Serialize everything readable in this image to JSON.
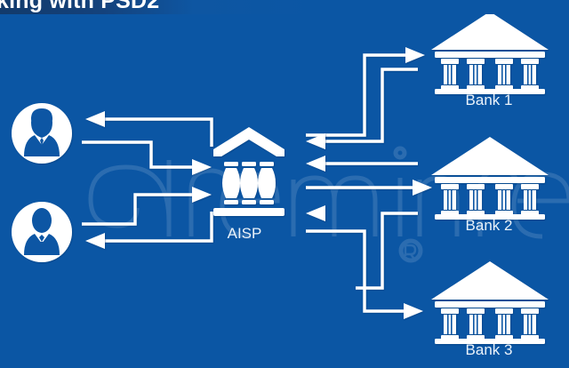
{
  "page": {
    "title_banner": "king with PSD2",
    "background_color": "#0b56a4",
    "line_color": "#ffffff",
    "banner_color": "#123a6b",
    "watermark_text": "dreamstime"
  },
  "diagram": {
    "type": "flow-diagram",
    "left_nodes": [
      {
        "id": "user-female",
        "icon": "person-female-icon",
        "label": ""
      },
      {
        "id": "user-male",
        "icon": "person-male-icon",
        "label": ""
      }
    ],
    "center_node": {
      "id": "aisp",
      "icon": "bank-building-icon",
      "label": "AISP"
    },
    "right_nodes": [
      {
        "id": "bank-1",
        "icon": "bank-building-icon",
        "label": "Bank 1"
      },
      {
        "id": "bank-2",
        "icon": "bank-building-icon",
        "label": "Bank 2"
      },
      {
        "id": "bank-3",
        "icon": "bank-building-icon",
        "label": "Bank 3"
      }
    ],
    "connections": [
      {
        "id": "aisp-to-user-female",
        "from": "aisp",
        "to": "user-female",
        "direction": "left"
      },
      {
        "id": "user-female-to-aisp",
        "from": "user-female",
        "to": "aisp",
        "direction": "right"
      },
      {
        "id": "user-male-to-aisp",
        "from": "user-male",
        "to": "aisp",
        "direction": "right"
      },
      {
        "id": "aisp-to-user-male",
        "from": "aisp",
        "to": "user-male",
        "direction": "left"
      },
      {
        "id": "aisp-to-bank-1",
        "from": "aisp",
        "to": "bank-1",
        "direction": "right"
      },
      {
        "id": "bank-1-to-aisp",
        "from": "bank-1",
        "to": "aisp",
        "direction": "left"
      },
      {
        "id": "bank-2-to-aisp",
        "from": "bank-2",
        "to": "aisp",
        "direction": "left"
      },
      {
        "id": "aisp-to-bank-2",
        "from": "aisp",
        "to": "bank-2",
        "direction": "right"
      },
      {
        "id": "bank-3-to-aisp",
        "from": "bank-3",
        "to": "aisp",
        "direction": "left"
      },
      {
        "id": "aisp-to-bank-3",
        "from": "aisp",
        "to": "bank-3",
        "direction": "right"
      }
    ]
  }
}
